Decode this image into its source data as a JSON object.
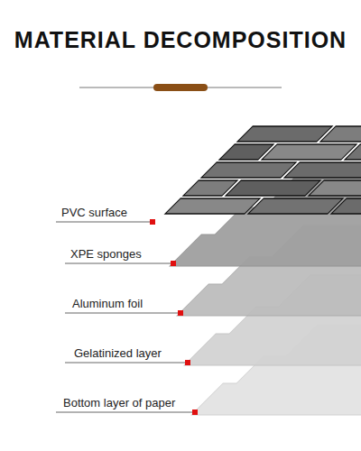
{
  "diagram": {
    "title": "MATERIAL DECOMPOSITION",
    "labels": [
      "PVC surface",
      "XPE sponges",
      "Aluminum foil",
      "Gelatinized layer",
      "Bottom layer of paper"
    ]
  }
}
